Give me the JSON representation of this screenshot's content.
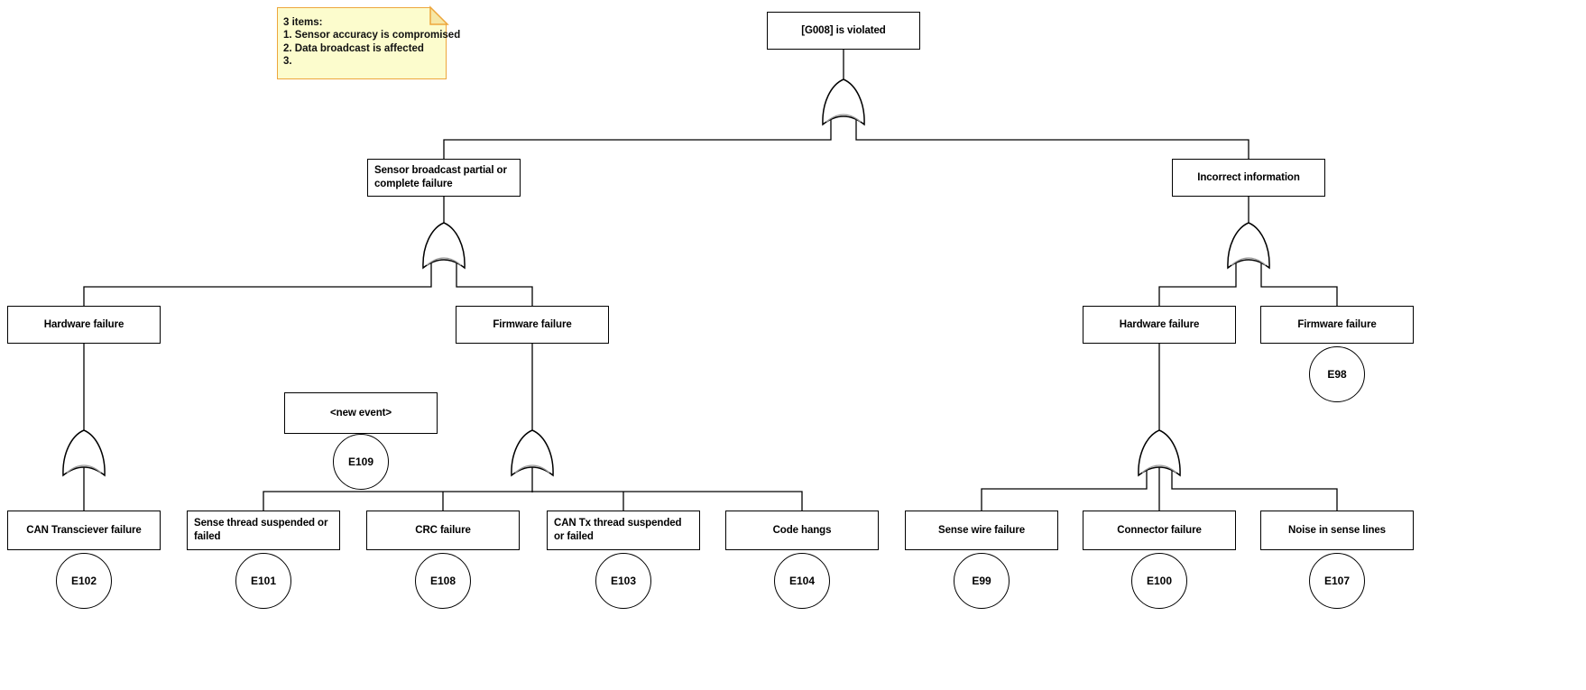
{
  "note": {
    "title": "3 items:",
    "items": [
      "1. Sensor accuracy is compromised",
      "2. Data broadcast is affected",
      "3."
    ],
    "fill_color": "#fcfccd",
    "border_color": "#eda63c"
  },
  "tree": {
    "nodes": {
      "root": {
        "label": "[G008] is violated"
      },
      "sensor_broadcast": {
        "label": "Sensor broadcast partial or complete failure"
      },
      "incorrect_information": {
        "label": "Incorrect information"
      },
      "hardware_left": {
        "label": "Hardware failure"
      },
      "firmware_left": {
        "label": "Firmware failure"
      },
      "hardware_right": {
        "label": "Hardware failure"
      },
      "firmware_right": {
        "label": "Firmware failure",
        "event_id": "E98"
      },
      "new_event": {
        "label": "<new event>",
        "event_id": "E109"
      }
    },
    "leaves": [
      {
        "label": "CAN Transciever failure",
        "event_id": "E102"
      },
      {
        "label": "Sense thread suspended or failed",
        "event_id": "E101"
      },
      {
        "label": "CRC failure",
        "event_id": "E108"
      },
      {
        "label": "CAN Tx thread suspended or failed",
        "event_id": "E103"
      },
      {
        "label": "Code hangs",
        "event_id": "E104"
      },
      {
        "label": "Sense wire failure",
        "event_id": "E99"
      },
      {
        "label": "Connector failure",
        "event_id": "E100"
      },
      {
        "label": "Noise in sense lines",
        "event_id": "E107"
      }
    ]
  }
}
